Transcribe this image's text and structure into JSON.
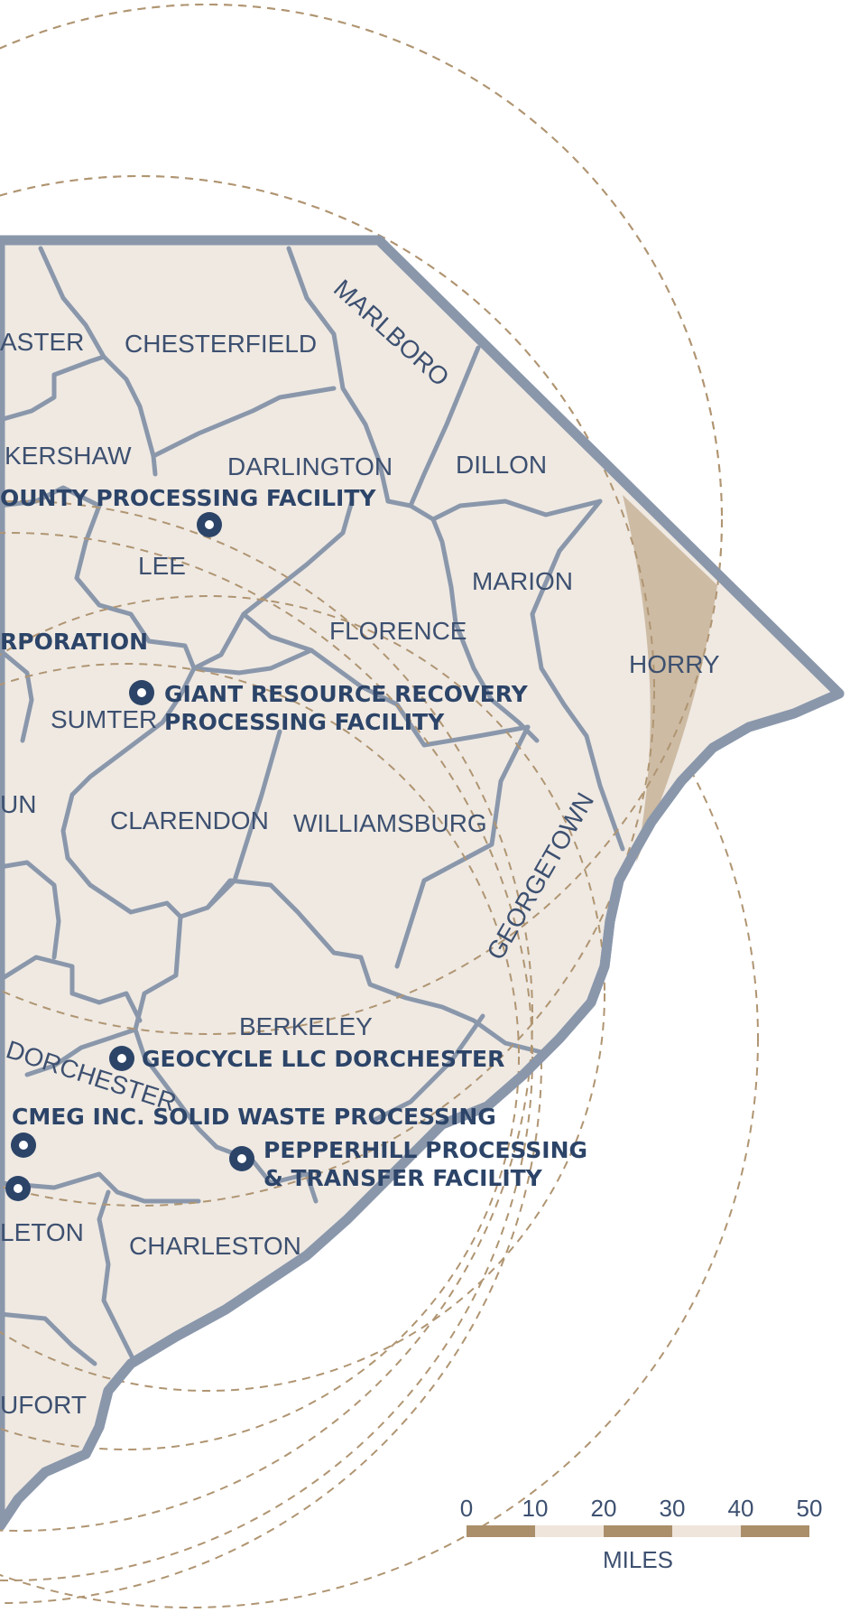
{
  "colors": {
    "land": "#efe9e2",
    "border": "#8a97ab",
    "radius_line": "#b09572",
    "highlight": "#cdbba4",
    "label": "#3d5070",
    "facility": "#2c4468",
    "scale_dark": "#ab8f6b",
    "scale_light": "#efe5db"
  },
  "counties": [
    {
      "name": "ASTER"
    },
    {
      "name": "CHESTERFIELD"
    },
    {
      "name": "MARLBORO"
    },
    {
      "name": "KERSHAW"
    },
    {
      "name": "DARLINGTON"
    },
    {
      "name": "DILLON"
    },
    {
      "name": "LEE"
    },
    {
      "name": "MARION"
    },
    {
      "name": "FLORENCE"
    },
    {
      "name": "HORRY"
    },
    {
      "name": "SUMTER"
    },
    {
      "name": "UN"
    },
    {
      "name": "CLARENDON"
    },
    {
      "name": "WILLIAMSBURG"
    },
    {
      "name": "GEORGETOWN"
    },
    {
      "name": "BERKELEY"
    },
    {
      "name": "DORCHESTER"
    },
    {
      "name": "LETON"
    },
    {
      "name": "CHARLESTON"
    },
    {
      "name": "UFORT"
    }
  ],
  "facilities": [
    {
      "line1": "OUNTY PROCESSING FACILITY",
      "line2": ""
    },
    {
      "line1": "RPORATION",
      "line2": ""
    },
    {
      "line1": "GIANT RESOURCE RECOVERY",
      "line2": "PROCESSING FACILITY"
    },
    {
      "line1": "GEOCYCLE LLC DORCHESTER",
      "line2": ""
    },
    {
      "line1": "CMEG INC. SOLID WASTE PROCESSING",
      "line2": ""
    },
    {
      "line1": "PEPPERHILL PROCESSING",
      "line2": "& TRANSFER FACILITY"
    }
  ],
  "scale": {
    "ticks": [
      "0",
      "10",
      "20",
      "30",
      "40",
      "50"
    ],
    "unit": "MILES"
  }
}
